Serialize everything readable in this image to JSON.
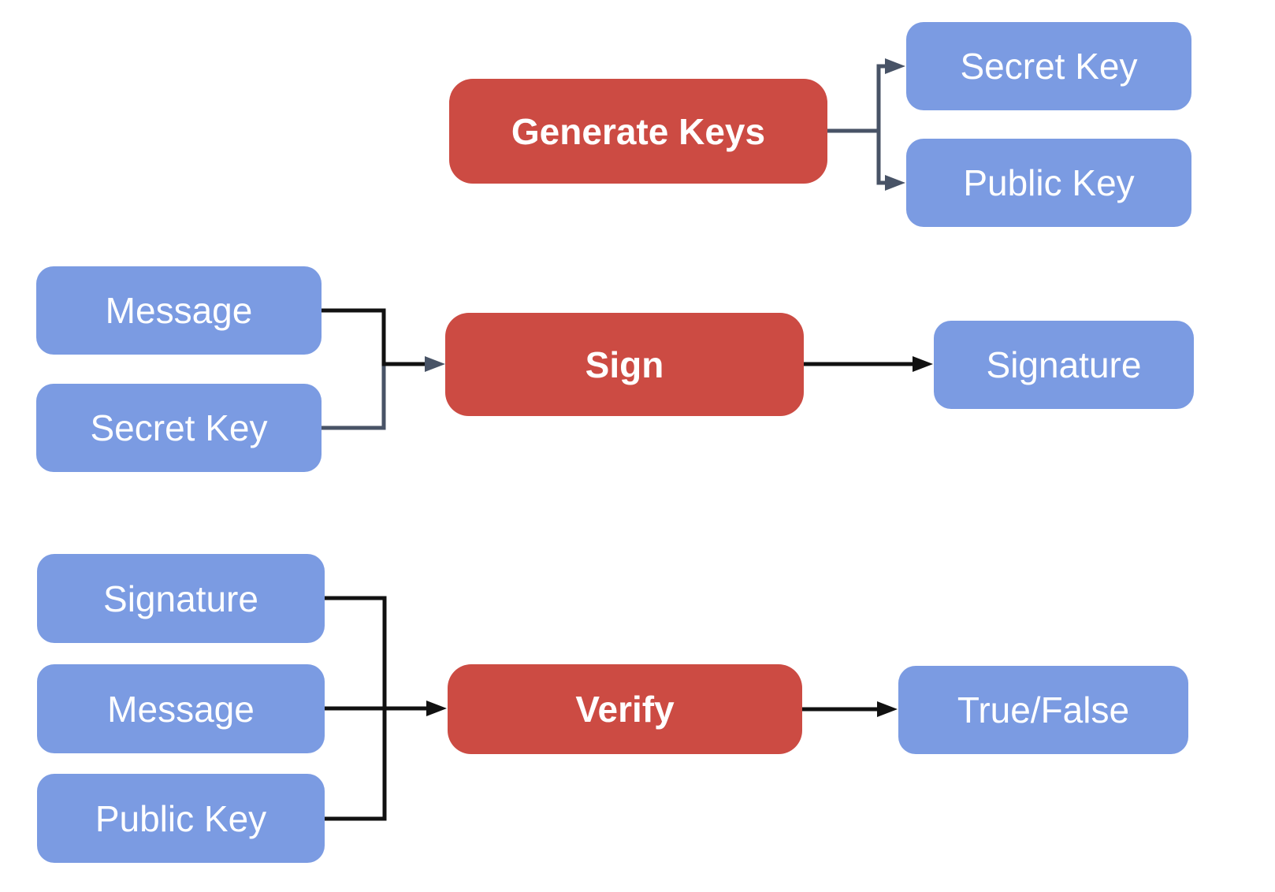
{
  "diagram": {
    "description": "Digital signature scheme flow diagram",
    "colors": {
      "io_fill": "#7b9be2",
      "op_fill": "#cc4b43",
      "text": "#ffffff",
      "edge_black": "#111111",
      "edge_slate": "#485366",
      "background": "#ffffff"
    },
    "nodes": {
      "generate_keys": {
        "label": "Generate Keys",
        "kind": "operation"
      },
      "secret_key_out": {
        "label": "Secret Key",
        "kind": "io"
      },
      "public_key_out": {
        "label": "Public Key",
        "kind": "io"
      },
      "message_sign_in": {
        "label": "Message",
        "kind": "io"
      },
      "secret_key_sign_in": {
        "label": "Secret Key",
        "kind": "io"
      },
      "sign": {
        "label": "Sign",
        "kind": "operation"
      },
      "signature_out": {
        "label": "Signature",
        "kind": "io"
      },
      "signature_verify_in": {
        "label": "Signature",
        "kind": "io"
      },
      "message_verify_in": {
        "label": "Message",
        "kind": "io"
      },
      "public_key_verify_in": {
        "label": "Public Key",
        "kind": "io"
      },
      "verify": {
        "label": "Verify",
        "kind": "operation"
      },
      "true_false_out": {
        "label": "True/False",
        "kind": "io"
      }
    },
    "edges": [
      {
        "from": "generate_keys",
        "to": "secret_key_out"
      },
      {
        "from": "generate_keys",
        "to": "public_key_out"
      },
      {
        "from": "message_sign_in",
        "to": "sign"
      },
      {
        "from": "secret_key_sign_in",
        "to": "sign"
      },
      {
        "from": "sign",
        "to": "signature_out"
      },
      {
        "from": "signature_verify_in",
        "to": "verify"
      },
      {
        "from": "message_verify_in",
        "to": "verify"
      },
      {
        "from": "public_key_verify_in",
        "to": "verify"
      },
      {
        "from": "verify",
        "to": "true_false_out"
      }
    ]
  }
}
